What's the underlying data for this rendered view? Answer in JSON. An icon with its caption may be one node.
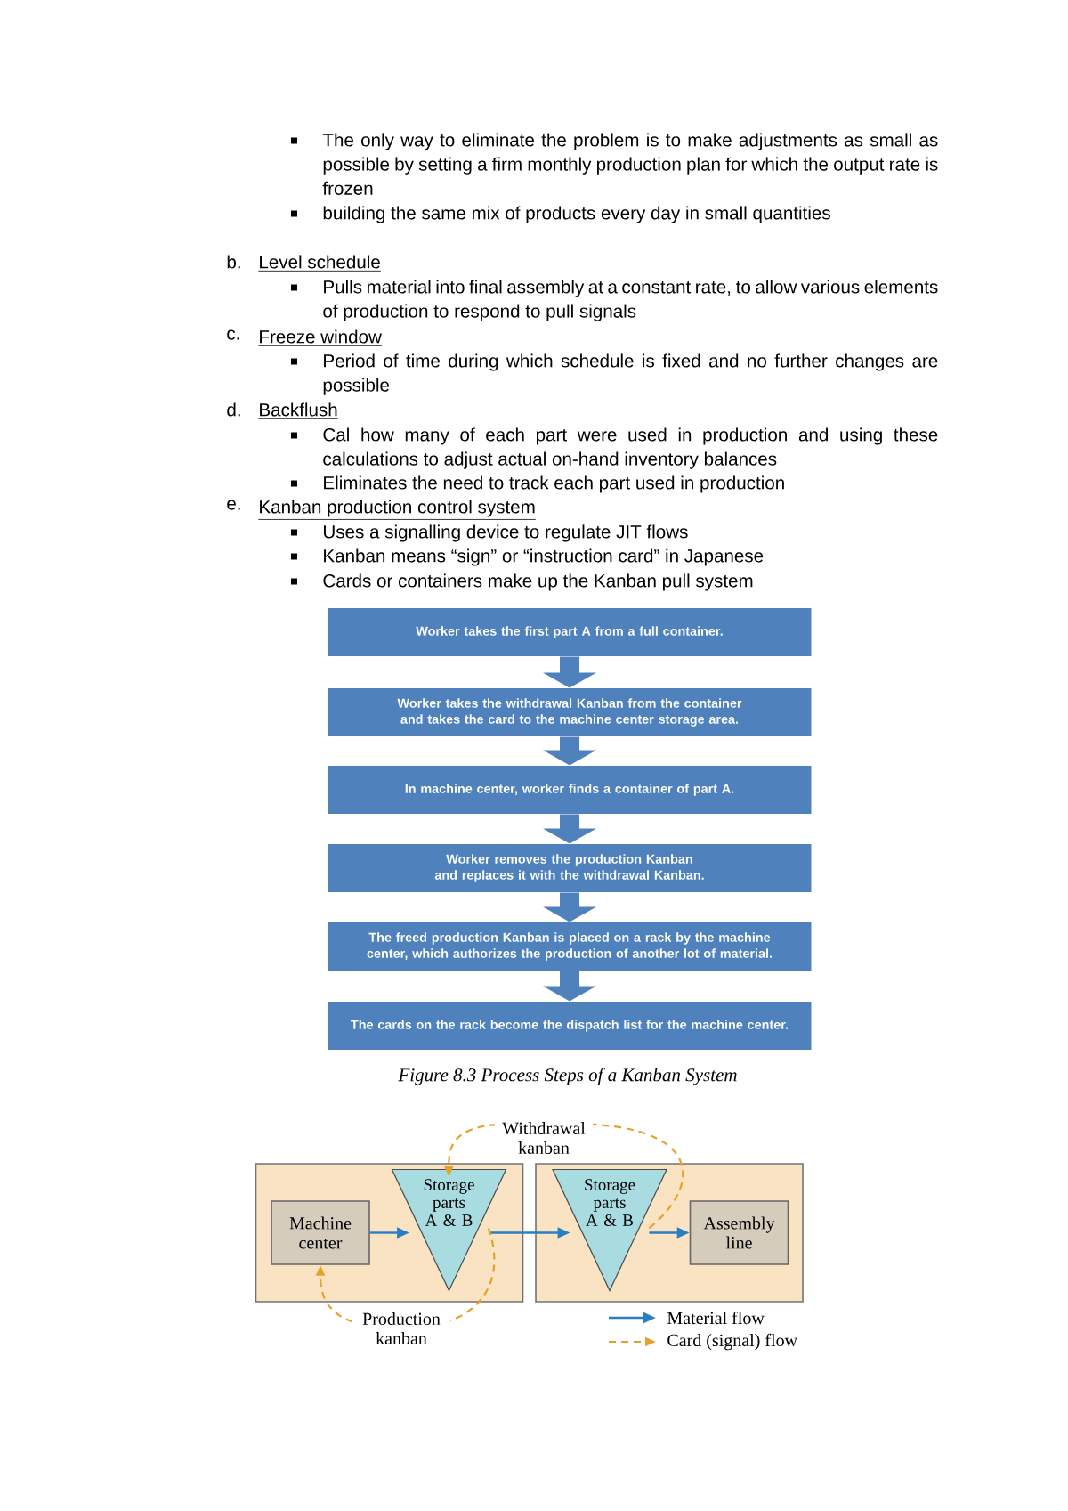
{
  "diagram": {
    "caption": "Figure 8.3 Process Steps of a Kanban System",
    "nodes": [
      {
        "text": [
          "Worker takes the first part A from a full container."
        ]
      },
      {
        "text": [
          "Worker takes the withdrawal Kanban from the container and takes the card to the machine center storage area."
        ]
      },
      {
        "text": [
          "In machine center, worker finds a container of part A."
        ]
      },
      {
        "text": [
          "Worker removes the production Kanban and replaces it with the withdrawal Kanban."
        ]
      },
      {
        "text": [
          "The freed production Kanban is placed on a rack by the machine center, which authorizes the production of another lot of material."
        ]
      },
      {
        "text": [
          "The cards on the rack become the dispatch list for the machine center."
        ]
      },
      {
        "text": [],
        "shape": "box"
      },
      {
        "text": [
          "Machine center"
        ],
        "in": 6
      },
      {
        "text": [
          "Storage parts A & B"
        ],
        "in": 6
      },
      {
        "text": [],
        "shape": "box"
      },
      {
        "text": [
          "Storage parts A & B"
        ],
        "in": 9
      },
      {
        "text": [
          "Assembly line"
        ],
        "in": 9
      }
    ],
    "edges": [
      {
        "from": 0,
        "to": 1,
        "arrow": "to",
        "style": "thick",
        "color": "#4f81bd"
      },
      {
        "from": 1,
        "to": 2,
        "arrow": "to",
        "style": "thick",
        "color": "#4f81bd"
      },
      {
        "from": 2,
        "to": 3,
        "arrow": "to",
        "style": "thick",
        "color": "#4f81bd"
      },
      {
        "from": 3,
        "to": 4,
        "arrow": "to",
        "style": "thick",
        "color": "#4f81bd"
      },
      {
        "from": 4,
        "to": 5,
        "arrow": "to",
        "style": "thick",
        "color": "#4f81bd"
      },
      {
        "from": 7,
        "to": 8,
        "arrow": "to",
        "color": "#2a7fc4"
      },
      {
        "from": 8,
        "to": 10,
        "arrow": "to",
        "color": "#2a7fc4"
      },
      {
        "from": 10,
        "to": 11,
        "arrow": "to",
        "color": "#2a7fc4"
      },
      {
        "from": 10,
        "to": 8,
        "arrow": "to",
        "label": "Withdrawal kanban",
        "style": "dashed",
        "color": "#e3a32a"
      },
      {
        "from": 8,
        "to": 7,
        "arrow": "to",
        "label": "Production kanban",
        "style": "dashed",
        "color": "#e3a32a"
      }
    ],
    "labels": [
      "The only way to eliminate the problem is to make adjustments as small as possible by setting a firm monthly production plan for which the output rate is frozen",
      "building the same mix of products every day in small quantities",
      "b.",
      "Level schedule",
      "Pulls material into final assembly at a constant rate, to allow various elements of production to respond to pull signals",
      "c.",
      "Freeze window",
      "Period of time during which schedule is fixed and no further changes are possible",
      "d.",
      "Backflush",
      "Cal how many of each part were used in production and using these calculations to adjust actual on-hand inventory balances",
      "Eliminates the need to track each part used in production",
      "e.",
      "Kanban production control system",
      "Uses a signalling device to regulate JIT flows",
      "Kanban means “sign” or “instruction card” in Japanese",
      "Cards or containers make up the Kanban pull system"
    ],
    "legend": [
      {
        "text": "Material flow"
      },
      {
        "text": "Card (signal) flow"
      }
    ]
  }
}
